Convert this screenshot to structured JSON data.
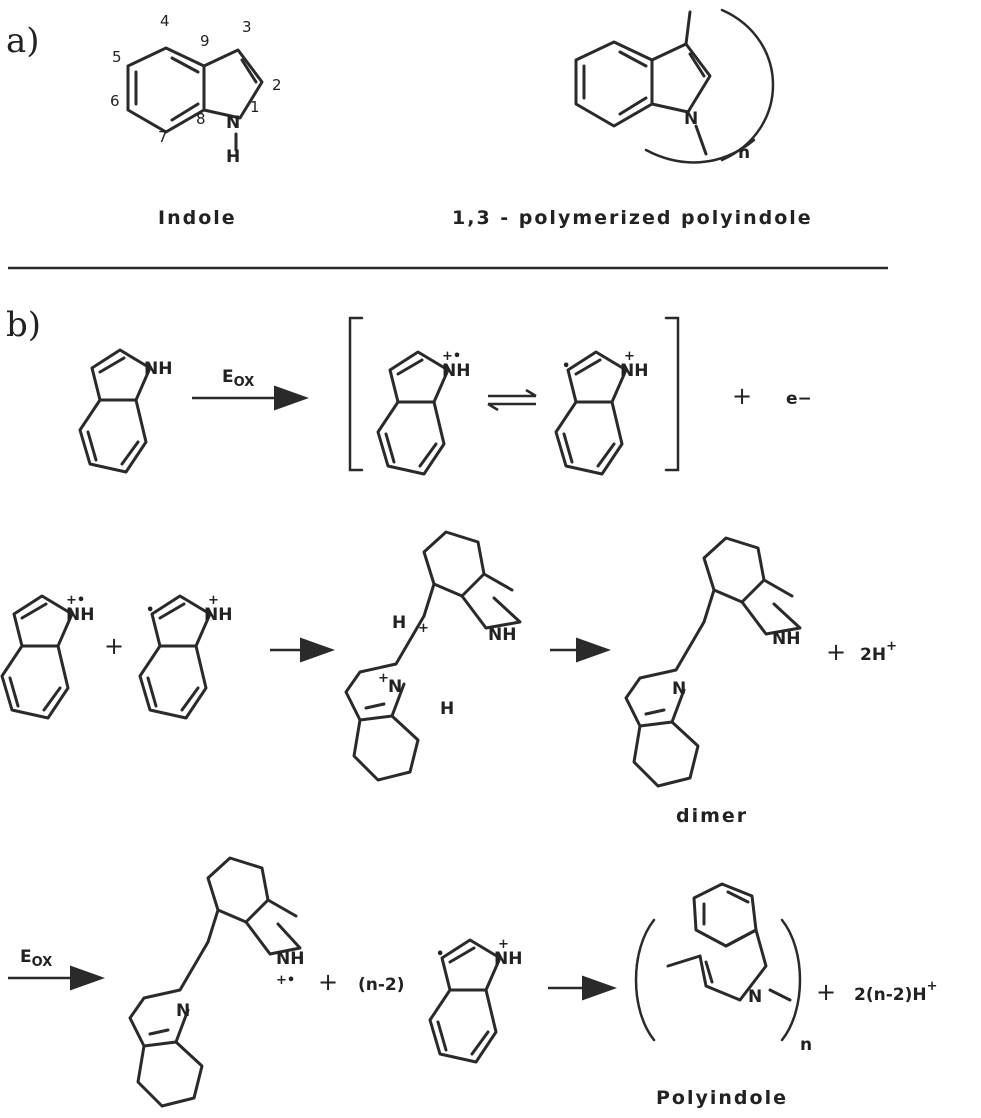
{
  "section_a": "a)",
  "section_b": "b)",
  "indole_positions": [
    "4",
    "9",
    "3",
    "5",
    "2",
    "6",
    "8",
    "1",
    "7"
  ],
  "atoms": {
    "N": "N",
    "NH": "NH",
    "H": "H"
  },
  "charges": {
    "radical_cation": "+•",
    "cation": "+",
    "radical": "•"
  },
  "reagent": {
    "E": "E",
    "ox": "OX"
  },
  "electron": "e−",
  "plus": "+",
  "two_h": "2H",
  "n_minus_2": "(n-2)",
  "two_n_minus_2_h": "2(n-2)H",
  "repeat_n": "n",
  "captions": {
    "indole": "Indole",
    "polymerized": "1,3 - polymerized polyindole",
    "dimer": "dimer",
    "polyindole": "Polyindole"
  }
}
